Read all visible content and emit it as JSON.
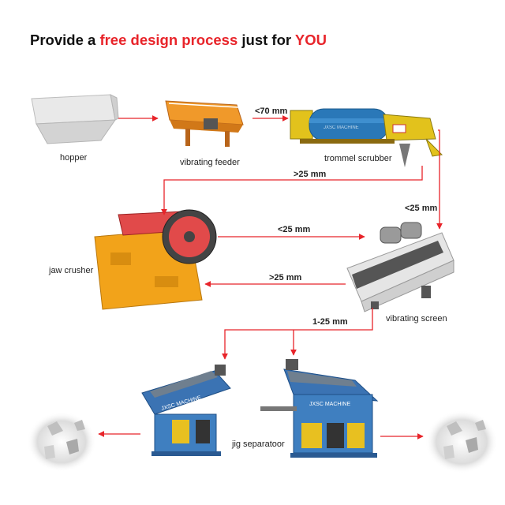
{
  "header": {
    "title_prefix": "Provide a ",
    "title_highlight": "free design process",
    "title_middle": " just for ",
    "title_you": "YOU"
  },
  "equipment": {
    "hopper": "hopper",
    "vibrating_feeder": "vibrating feeder",
    "trommel_scrubber": "trommel scrubber",
    "jaw_crusher": "jaw crusher",
    "vibrating_screen": "vibrating screen",
    "jig_separator": "jig separatoor"
  },
  "sizes": {
    "feeder_to_trommel": "<70 mm",
    "trommel_to_crusher": ">25 mm",
    "trommel_to_screen": "<25 mm",
    "crusher_to_screen": "<25 mm",
    "screen_to_crusher": ">25 mm",
    "screen_to_jigs": "1-25 mm"
  },
  "brand": {
    "machine_text": "JXSC MACHINE"
  },
  "colors": {
    "arrow": "#e8242a",
    "accent": "#e8242a",
    "feeder_orange": "#e8891e",
    "trommel_blue": "#2a78b8",
    "crusher_yellow": "#f2a31a",
    "jig_blue": "#3b73b3"
  }
}
